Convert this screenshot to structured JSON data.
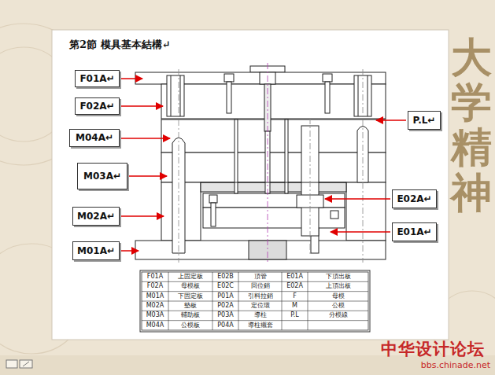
{
  "diagram": {
    "title": "第2節 模具基本結構↵",
    "nodes": [
      {
        "text": [
          "F01A↵"
        ]
      },
      {
        "text": [
          "F02A↵"
        ]
      },
      {
        "text": [
          "M04A↵"
        ]
      },
      {
        "text": [
          "M03A↵"
        ]
      },
      {
        "text": [
          "M02A↵"
        ]
      },
      {
        "text": [
          "M01A↵"
        ]
      },
      {
        "text": [
          "P.L↵"
        ]
      },
      {
        "text": [
          "E02A↵"
        ]
      },
      {
        "text": [
          "E01A↵"
        ]
      }
    ],
    "labels": [
      "F01A",
      "上固定板",
      "E02B",
      "頂管",
      "E01A",
      "下頂出板",
      "F02A",
      "母模板",
      "E02C",
      "回位銷",
      "E02A",
      "上頂出板",
      "M01A",
      "下固定板",
      "P01A",
      "引料拉銷",
      "F",
      "母模",
      "M02A",
      "墊板",
      "P02A",
      "定位環",
      "M",
      "公模",
      "M03A",
      "輔助板",
      "P03A",
      "導柱",
      "P.L",
      "分模線",
      "M04A",
      "公模板",
      "P04A",
      "導柱襯套",
      "大学精神",
      "中华设计论坛",
      "bbs.chinade.net"
    ]
  }
}
